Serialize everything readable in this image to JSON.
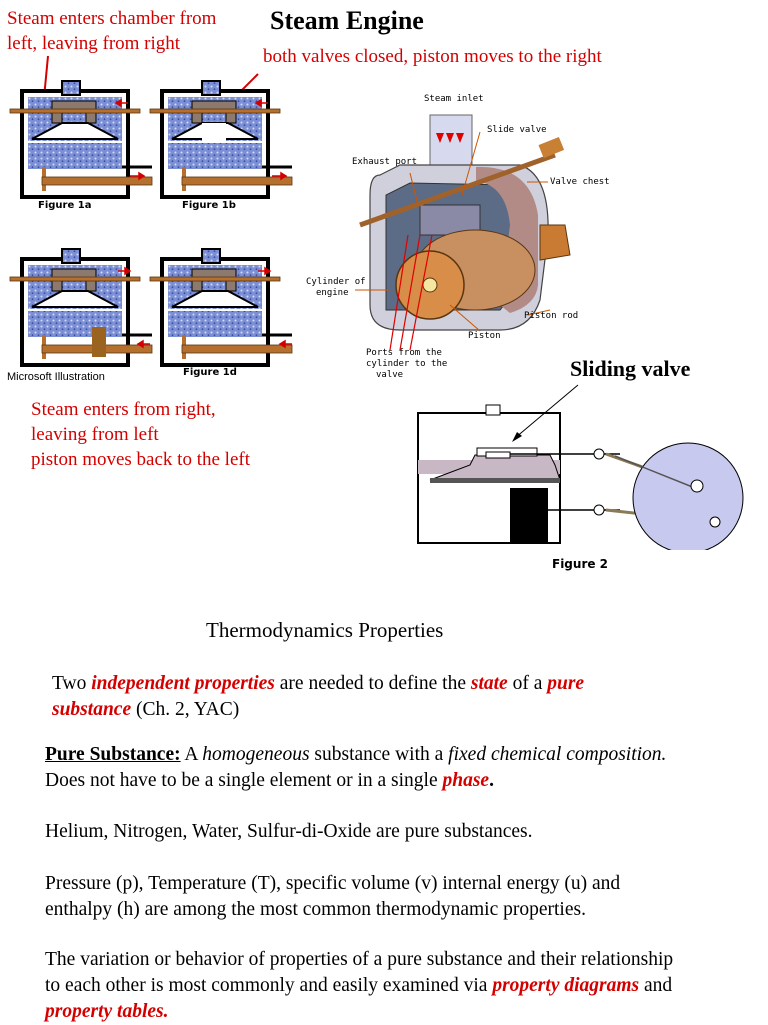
{
  "header": {
    "title": "Steam Engine",
    "note_left": [
      "Steam enters chamber from",
      "left, leaving from right"
    ],
    "note_right": "both valves closed, piston moves to the right",
    "note_bottom": [
      "Steam enters from right,",
      "leaving from left",
      "piston moves back to the left"
    ],
    "sliding_valve": "Sliding valve"
  },
  "figures": {
    "fig1a": "Figure 1a",
    "fig1b": "Figure 1b",
    "fig1c_credit": "Microsoft Illustration",
    "fig1d": "Figure 1d",
    "fig2": "Figure 2"
  },
  "engine_labels": {
    "steam_inlet": "Steam inlet",
    "slide_valve": "Slide valve",
    "exhaust_port": "Exhaust port",
    "valve_chest": "Valve chest",
    "cylinder_1": "Cylinder of",
    "cylinder_2": "engine",
    "piston_rod": "Piston rod",
    "piston": "Piston",
    "ports_1": "Ports from the",
    "ports_2": "cylinder to the",
    "ports_3": "valve"
  },
  "section": {
    "title": "Thermodynamics Properties",
    "p1": {
      "a": "Two ",
      "b": "independent properties",
      "c": " are needed to define the ",
      "d": "state",
      "e": " of a ",
      "f": "pure",
      "g": "substance",
      "h": " (Ch. 2, YAC)"
    },
    "p2": {
      "a": "Pure Substance:",
      "b": " A ",
      "c": "homogeneous",
      "d": " substance with a ",
      "e": "fixed chemical composition.",
      "f": "Does not have to be a single element or in a single ",
      "g": "phase",
      "h": "."
    },
    "p3": "Helium, Nitrogen, Water, Sulfur-di-Oxide are pure substances.",
    "p4": [
      "Pressure (p), Temperature (T), specific volume (v) internal energy (u) and",
      "enthalpy (h) are among the most common thermodynamic properties."
    ],
    "p5": {
      "line1": "The variation or behavior of  properties of a pure substance and their relationship",
      "line2a": "to each other is most commonly and easily examined via ",
      "line2b": "property diagrams",
      "line2c": " and",
      "line3a": "property tables."
    }
  }
}
